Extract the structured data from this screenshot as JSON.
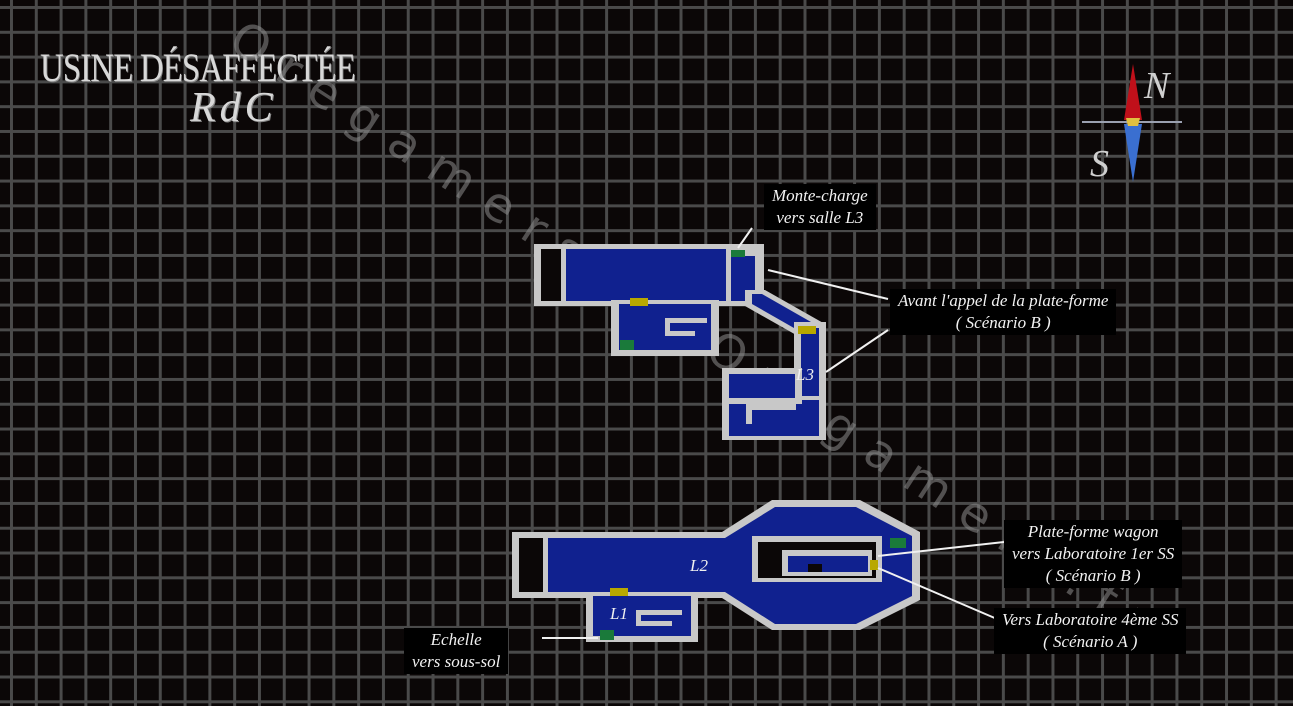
{
  "map": {
    "title": "USINE DÉSAFFECTÉE",
    "floor": "RdC",
    "watermark": "Oregamers.fr Oregamers.fr"
  },
  "compass": {
    "north": "N",
    "south": "S"
  },
  "rooms": {
    "l1": "L1",
    "l2": "L2",
    "l3": "L3"
  },
  "labels": {
    "elevator": {
      "line1": "Monte-charge",
      "line2": "vers salle L3"
    },
    "platform_call": {
      "line1": "Avant l'appel de la plate-forme",
      "line2": "( Scénario B )"
    },
    "wagon": {
      "line1": "Plate-forme wagon",
      "line2": "vers Laboratoire 1er SS",
      "line3": "( Scénario B )"
    },
    "lab4": {
      "line1": "Vers Laboratoire 4ème SS",
      "line2": "( Scénario A )"
    },
    "ladder": {
      "line1": "Echelle",
      "line2": "vers sous-sol"
    }
  },
  "colors": {
    "room_fill": "#10218f",
    "wall": "#c8c8c8",
    "door": "#b8a800",
    "exit": "#1a7a3a"
  }
}
